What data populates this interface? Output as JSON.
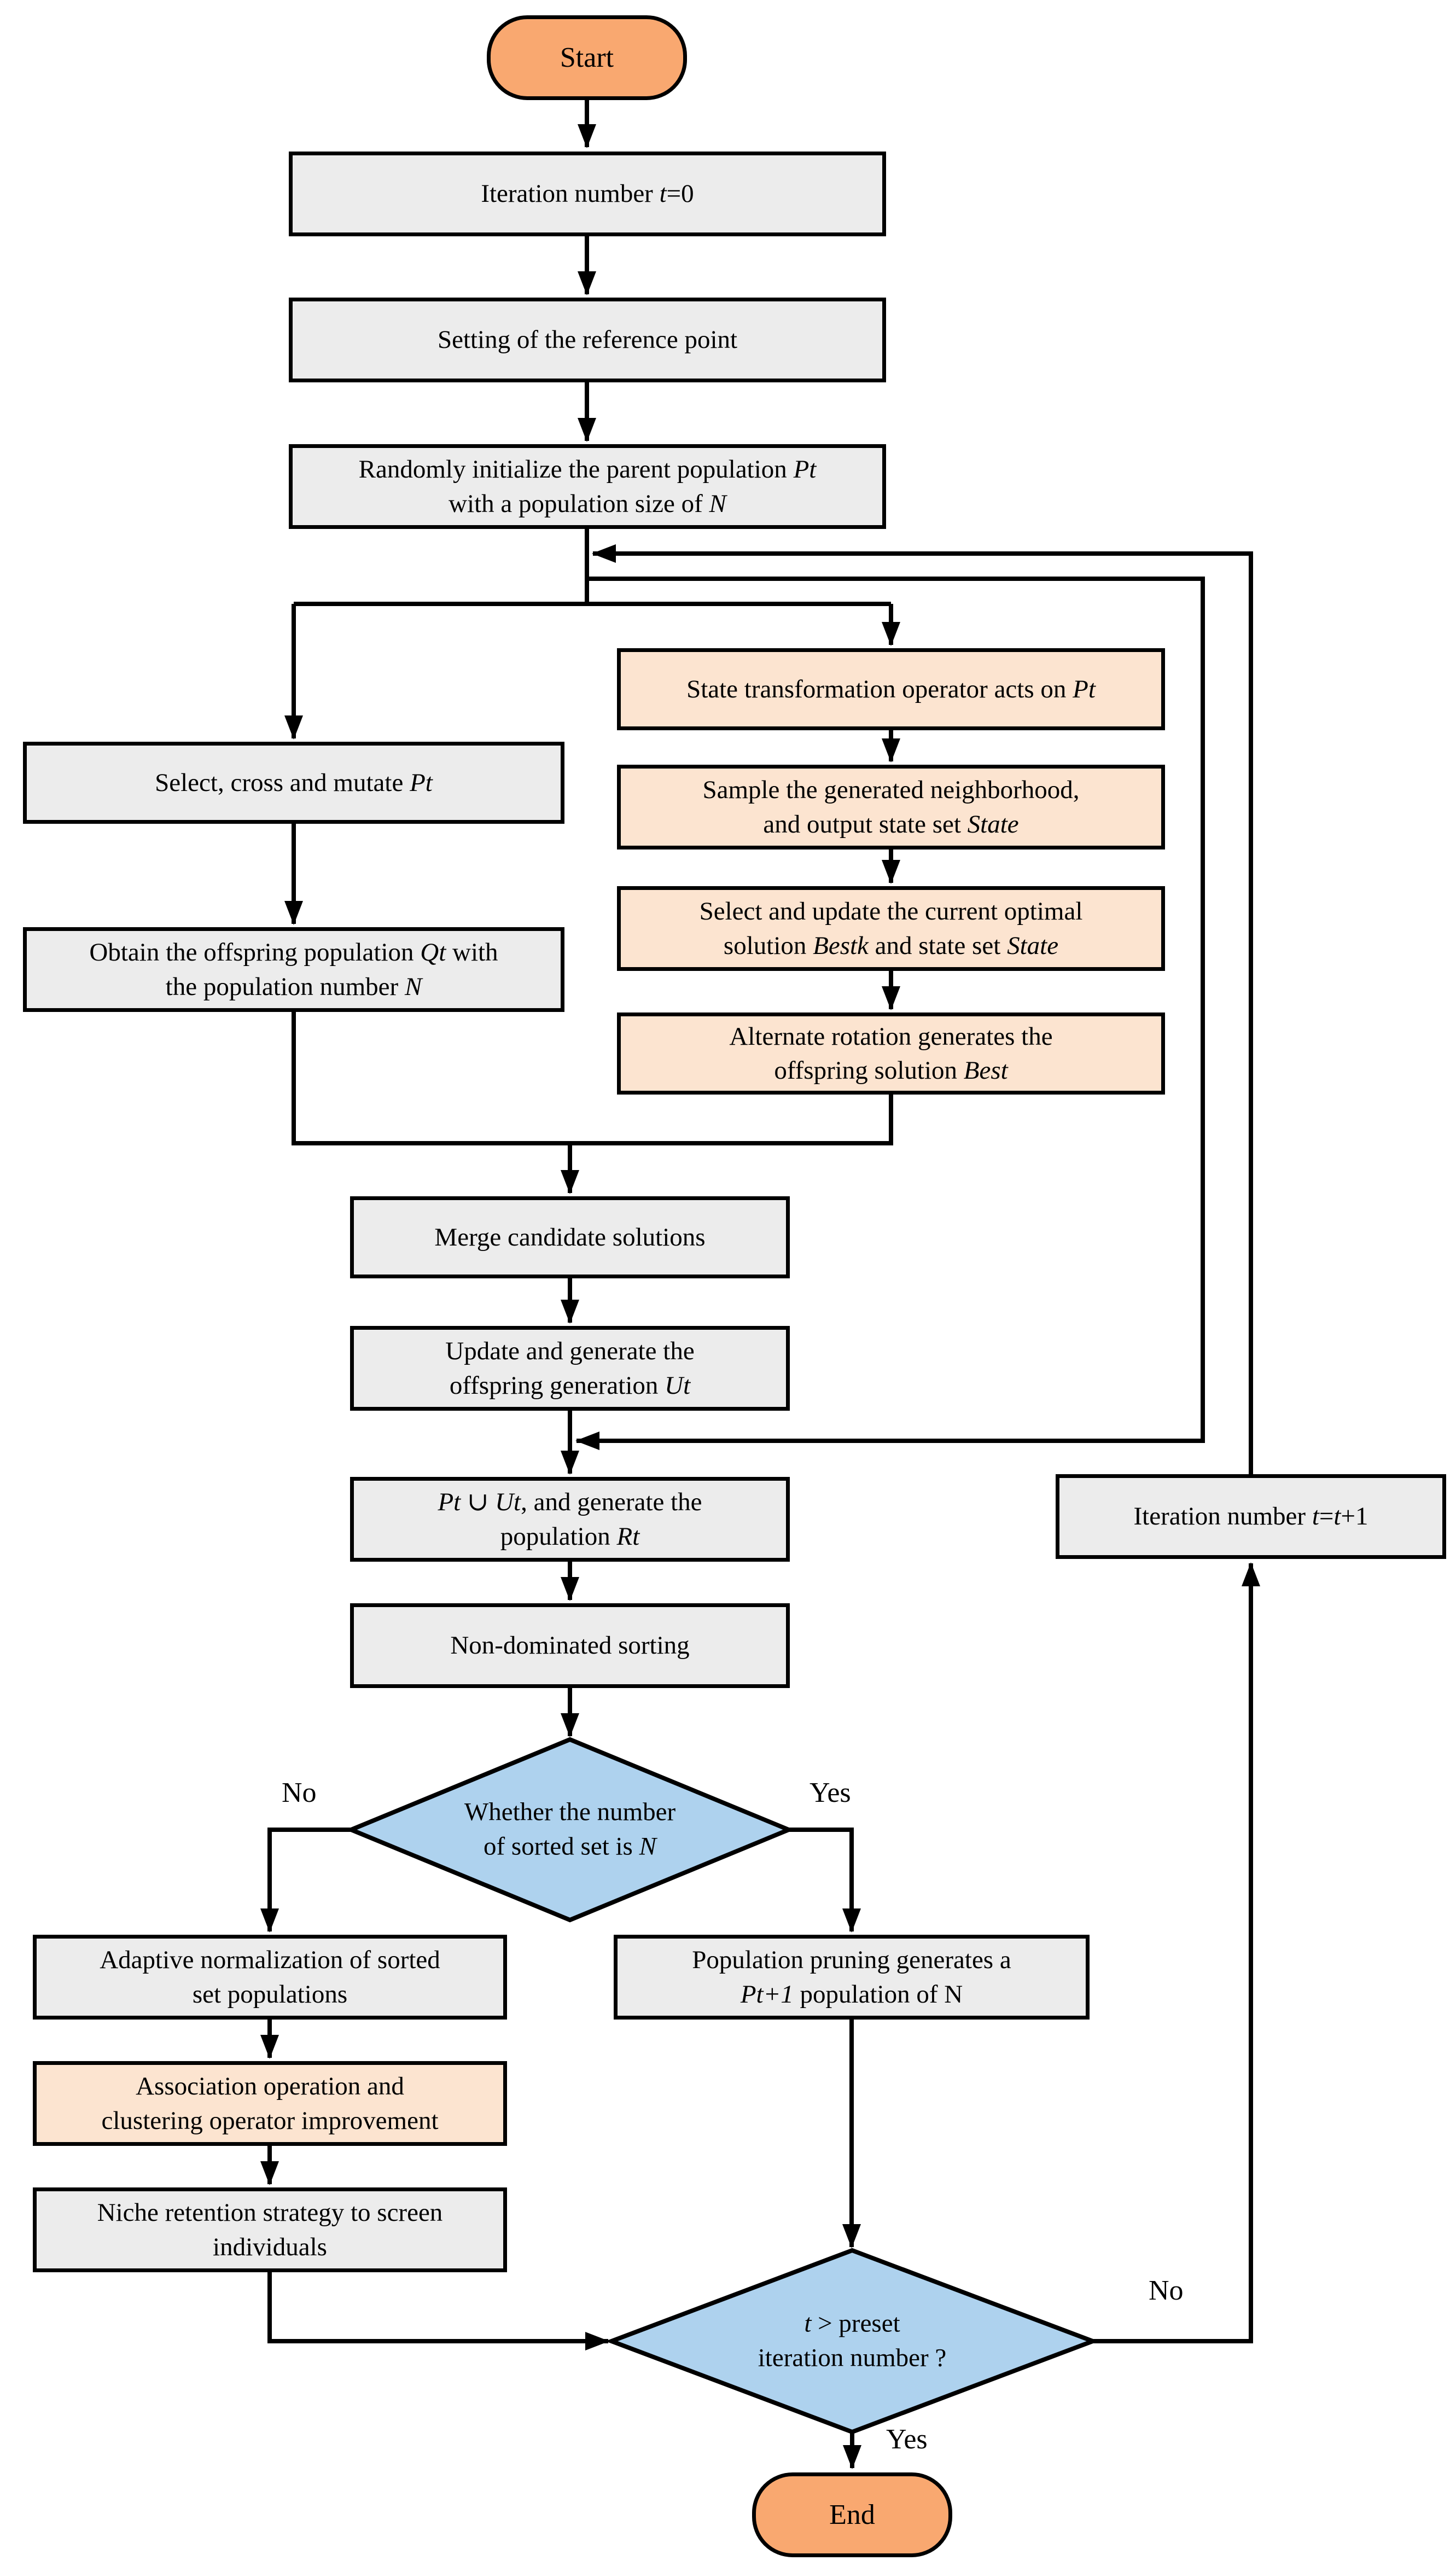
{
  "figure": {
    "type": "flowchart"
  },
  "colors": {
    "terminal": "#F9A870",
    "process": "#ECECEC",
    "highlight": "#FCE4D0",
    "decision": "#AED2EE",
    "line": "#000000"
  },
  "nodes": {
    "start": {
      "label": "Start"
    },
    "init_iteration": {
      "a": "Iteration number ",
      "b": "t",
      "c": "=0"
    },
    "set_reference": {
      "a": "Setting of the reference point"
    },
    "random_init": {
      "a": "Randomly initialize the parent population ",
      "b": "Pt",
      "c": "with a population size of ",
      "d": "N"
    },
    "select_cross_mutate": {
      "a": "Select, cross and mutate ",
      "b": "Pt"
    },
    "obtain_offspring": {
      "a": "Obtain the offspring population ",
      "b": "Qt",
      "c": " with",
      "d": "the population number ",
      "e": "N"
    },
    "state_transform": {
      "a": "State transformation operator acts on ",
      "b": "Pt"
    },
    "sample_neighborhood": {
      "a": "Sample the generated neighborhood,",
      "b": "and output state set ",
      "c": "State"
    },
    "select_update": {
      "a": "Select and update the current optimal",
      "b": "solution ",
      "c": "Bestk",
      "d": " and state set ",
      "e": "State"
    },
    "alternate_rotation": {
      "a": "Alternate rotation generates the",
      "b": "offspring solution ",
      "c": "Best"
    },
    "merge_candidates": {
      "a": "Merge candidate solutions"
    },
    "update_generate": {
      "a": "Update and generate the",
      "b": "offspring generation ",
      "c": "Ut"
    },
    "union_population": {
      "a": "Pt",
      "b": " ∪ ",
      "c": "Ut",
      "d": ", and generate the",
      "e": "population ",
      "f": "Rt"
    },
    "nondominated_sort": {
      "a": "Non-dominated sorting"
    },
    "decision_sorted": {
      "a": "Whether the number",
      "b": "of sorted set is ",
      "c": "N"
    },
    "adaptive_norm": {
      "a": "Adaptive normalization of sorted",
      "b": "set populations"
    },
    "association_op": {
      "a": "Association operation and",
      "b": "clustering operator improvement"
    },
    "niche_retention": {
      "a": "Niche retention strategy to screen",
      "b": "individuals"
    },
    "population_pruning": {
      "a": "Population pruning generates a",
      "b": "Pt+1",
      "c": " population of N"
    },
    "iteration_increment": {
      "a": "Iteration number ",
      "b": "t",
      "c": "=",
      "d": "t",
      "e": "+1"
    },
    "decision_preset": {
      "a": "t",
      "b": " > preset",
      "c": "iteration number ?"
    },
    "end": {
      "label": "End"
    }
  },
  "edge_labels": {
    "sorted_no": "No",
    "sorted_yes": "Yes",
    "preset_no": "No",
    "preset_yes": "Yes"
  }
}
